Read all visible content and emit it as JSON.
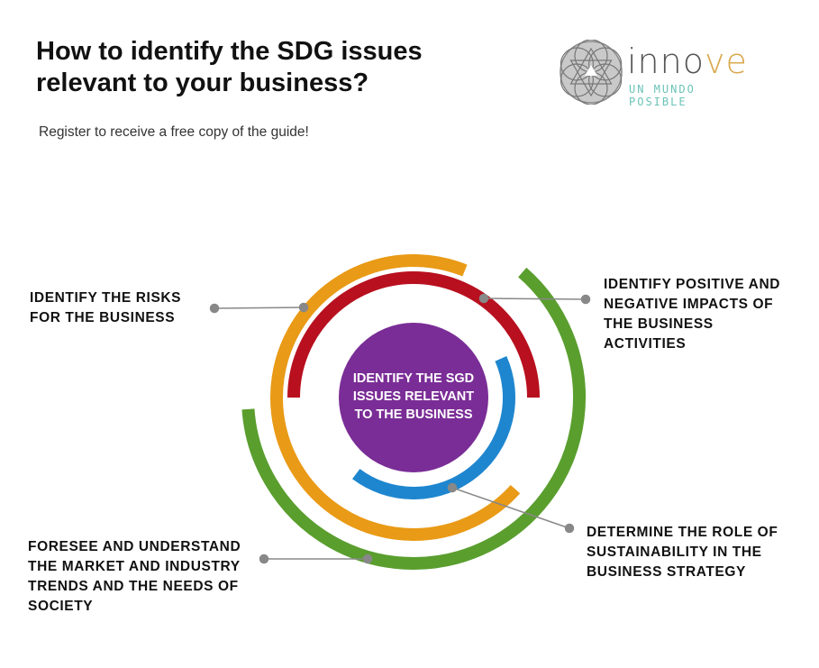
{
  "header": {
    "title_lines": [
      "How to identify the SDG issues",
      "relevant to your business?"
    ],
    "subtitle": "Register to receive a free copy of the guide!"
  },
  "logo": {
    "name_main": "inno",
    "name_accent": "ve",
    "tagline": "UN MUNDO POSIBLE"
  },
  "diagram": {
    "center_lines": [
      "IDENTIFY THE SGD",
      "ISSUES RELEVANT",
      "TO THE BUSINESS"
    ],
    "colors": {
      "center": "#7a2d96",
      "red": "#b8101f",
      "orange": "#e99a16",
      "green": "#5a9e2e",
      "blue": "#1e86cf",
      "connector": "#888888"
    },
    "labels": {
      "risks": [
        "IDENTIFY THE RISKS",
        "FOR THE BUSINESS"
      ],
      "impacts": [
        "IDENTIFY POSITIVE AND",
        "NEGATIVE IMPACTS OF",
        "THE BUSINESS",
        "ACTIVITIES"
      ],
      "trends": [
        "FORESEE AND UNDERSTAND",
        "THE MARKET AND INDUSTRY",
        "TRENDS AND THE NEEDS OF",
        "SOCIETY"
      ],
      "sustainability": [
        "DETERMINE THE ROLE OF",
        "SUSTAINABILITY IN THE",
        "BUSINESS STRATEGY"
      ]
    }
  }
}
